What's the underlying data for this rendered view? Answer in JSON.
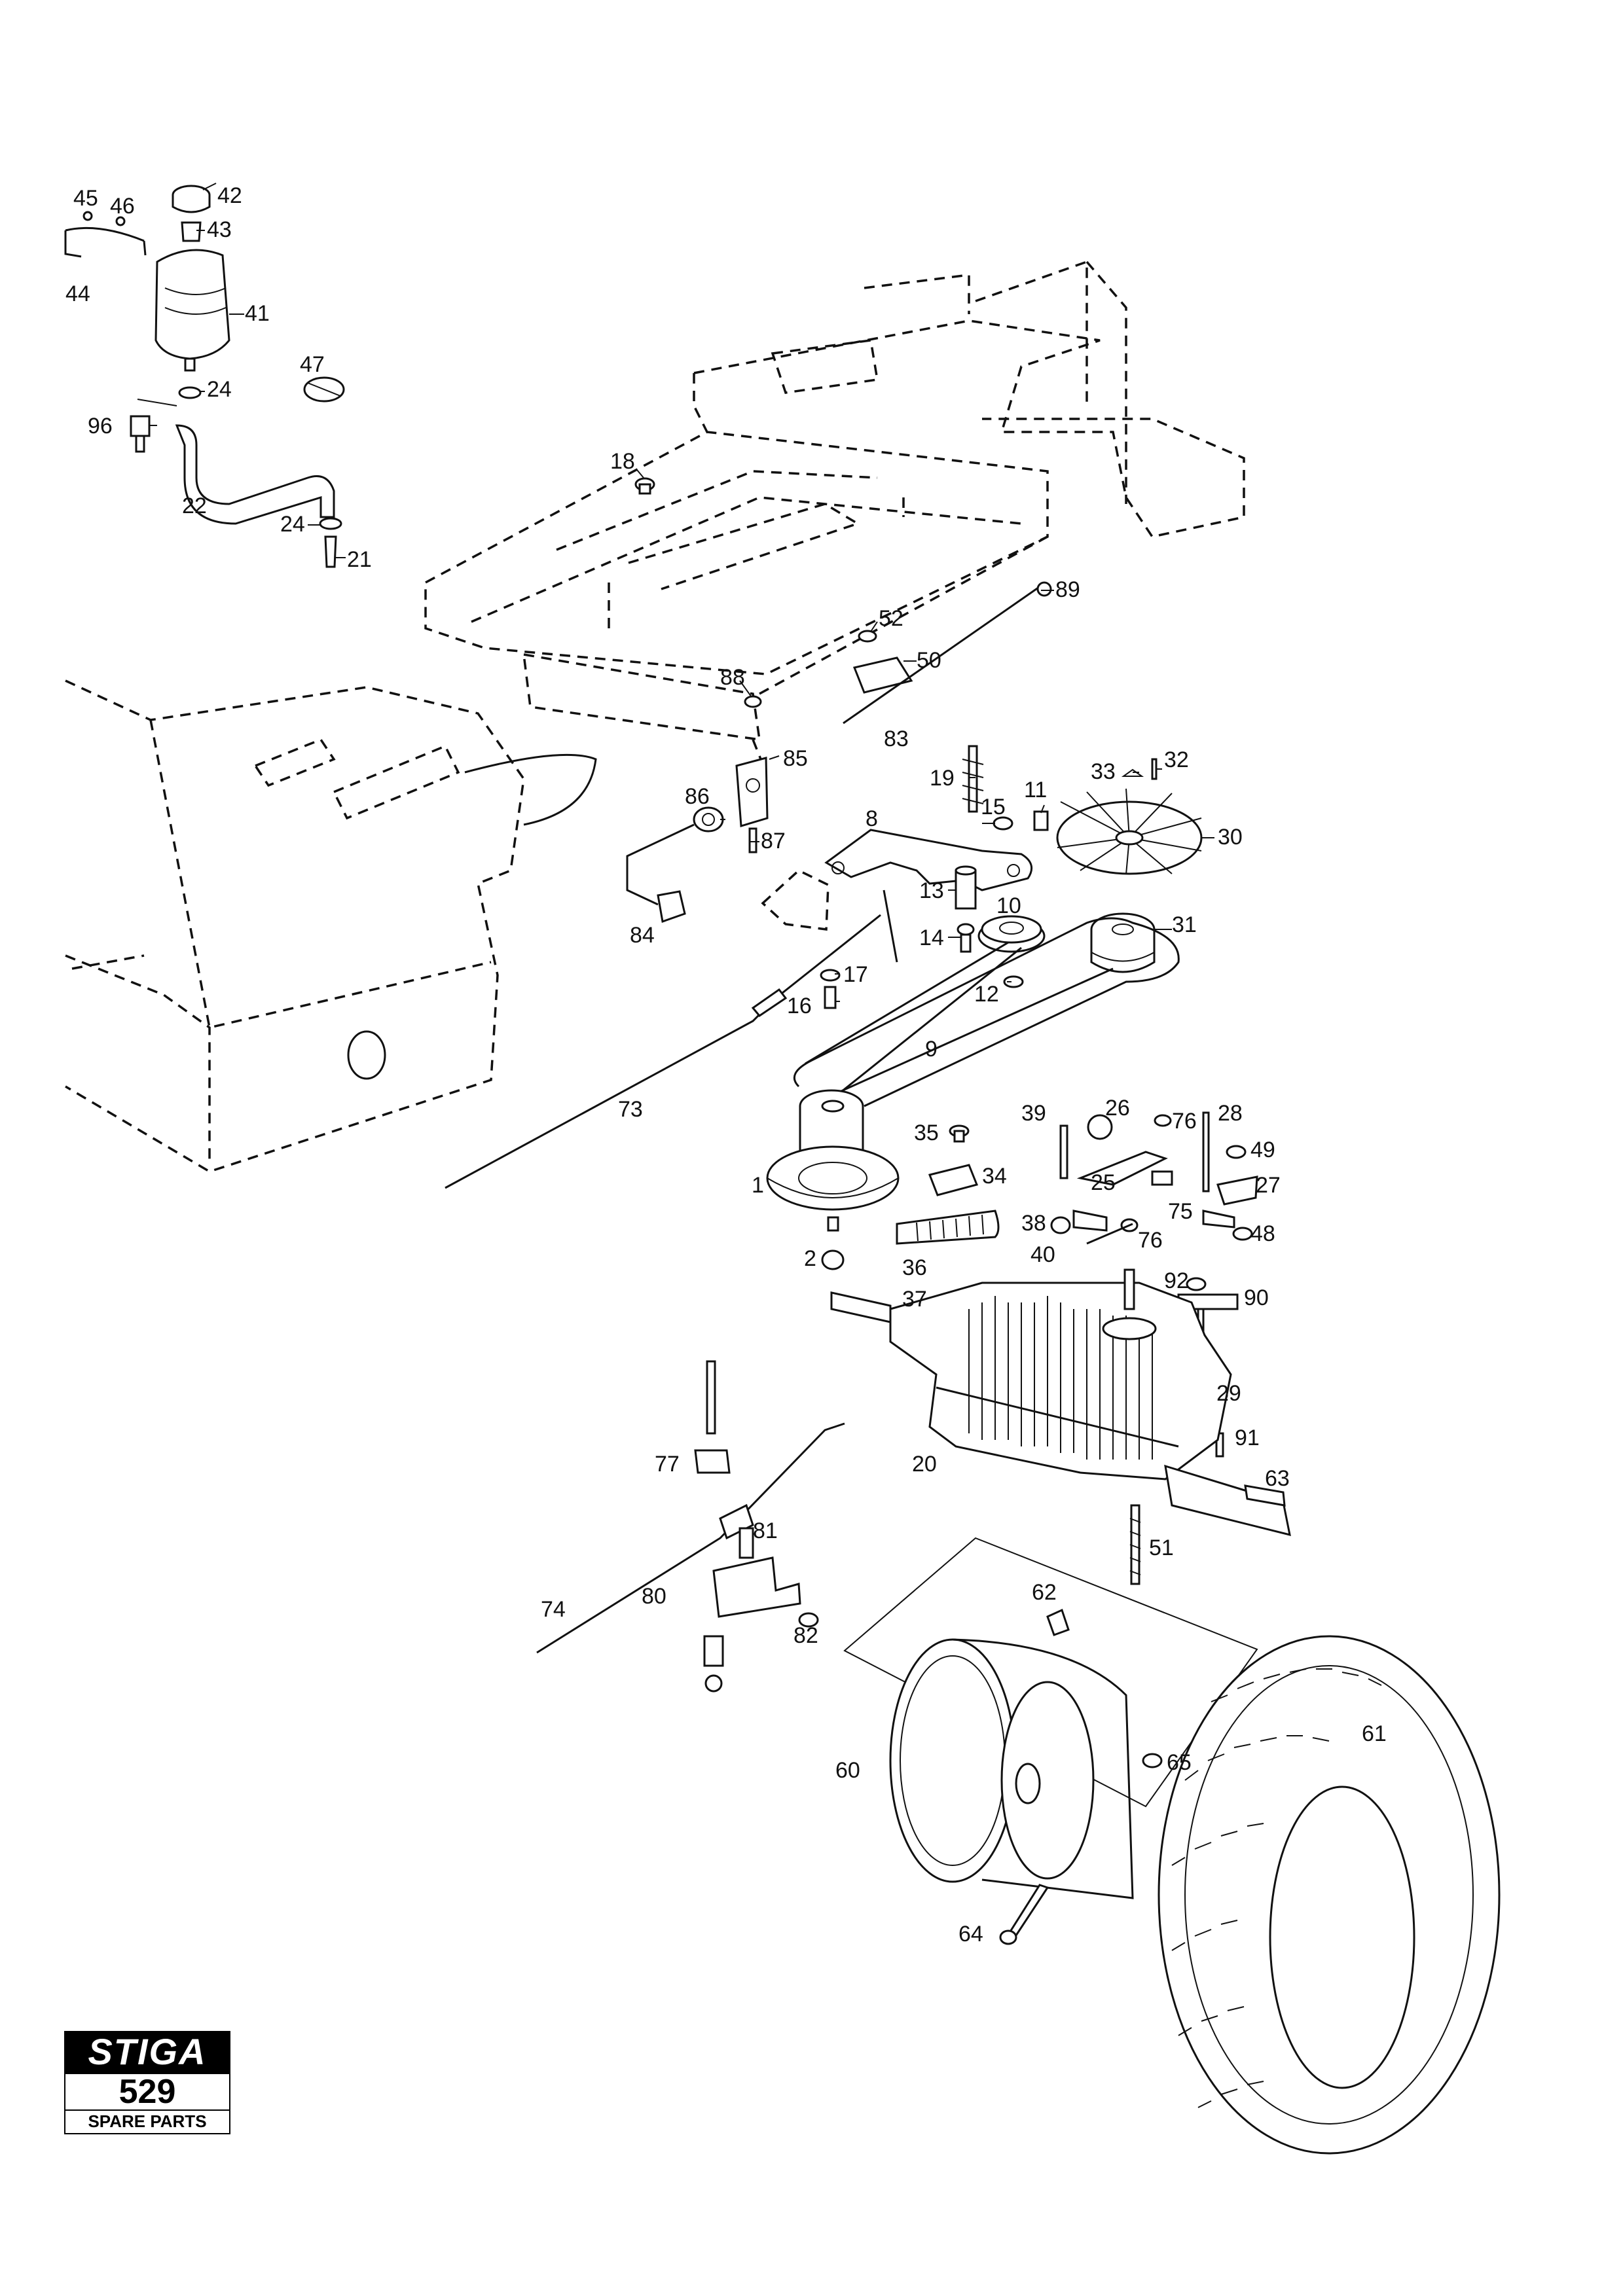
{
  "logo": {
    "brand": "STIGA",
    "model": "529",
    "caption": "SPARE PARTS"
  },
  "callouts": {
    "c1": "1",
    "c2": "2",
    "c8": "8",
    "c9": "9",
    "c10": "10",
    "c11": "11",
    "c12": "12",
    "c13": "13",
    "c14": "14",
    "c15": "15",
    "c16": "16",
    "c17": "17",
    "c18": "18",
    "c19": "19",
    "c20": "20",
    "c21": "21",
    "c22": "22",
    "c24a": "24",
    "c24b": "24",
    "c25": "25",
    "c26": "26",
    "c27": "27",
    "c28": "28",
    "c29": "29",
    "c30": "30",
    "c31": "31",
    "c32": "32",
    "c33": "33",
    "c34": "34",
    "c35": "35",
    "c36": "36",
    "c37": "37",
    "c38": "38",
    "c39": "39",
    "c40": "40",
    "c41": "41",
    "c42": "42",
    "c43": "43",
    "c44": "44",
    "c45": "45",
    "c46": "46",
    "c47": "47",
    "c48": "48",
    "c49": "49",
    "c50": "50",
    "c51": "51",
    "c52": "52",
    "c60": "60",
    "c61": "61",
    "c62": "62",
    "c63": "63",
    "c64": "64",
    "c65": "65",
    "c73": "73",
    "c74": "74",
    "c75": "75",
    "c76a": "76",
    "c76b": "76",
    "c77": "77",
    "c80": "80",
    "c81": "81",
    "c82": "82",
    "c83": "83",
    "c84": "84",
    "c85": "85",
    "c86": "86",
    "c87": "87",
    "c88": "88",
    "c89": "89",
    "c90": "90",
    "c91": "91",
    "c92": "92",
    "c96": "96"
  }
}
